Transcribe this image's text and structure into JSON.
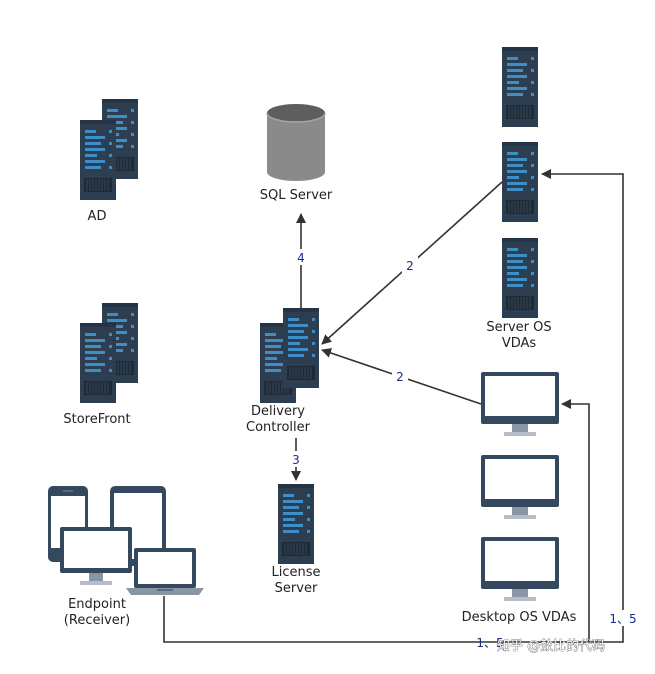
{
  "labels": {
    "ad": "AD",
    "sql_server": "SQL Server",
    "storefront": "StoreFront",
    "delivery_controller_line1": "Delivery",
    "delivery_controller_line2": "Controller",
    "license_server_line1": "License",
    "license_server_line2": "Server",
    "server_os_vdas_line1": "Server OS",
    "server_os_vdas_line2": "VDAs",
    "endpoint_line1": "Endpoint",
    "endpoint_line2": "(Receiver)",
    "desktop_os_vdas": "Desktop OS VDAs"
  },
  "connections": {
    "controller_to_sql": "4",
    "server_vda_to_controller": "2",
    "desktop_vda_to_controller": "2",
    "controller_to_license": "3",
    "endpoint_to_server_vda": "1、5",
    "endpoint_to_desktop_vda": "1、5"
  },
  "watermark": "知乎 @敖比的代码",
  "colors": {
    "server_body": "#2d3e50",
    "server_slot": "#3f8ec7",
    "line": "#333333",
    "connection_number": "#1a2d8a",
    "database": "#8a8a8a"
  },
  "icons": {
    "ad": "server-pair-icon",
    "storefront": "server-pair-icon",
    "delivery_controller": "server-pair-icon",
    "sql_server": "database-icon",
    "license_server": "server-icon",
    "server_os_vdas": "server-icon",
    "desktop_os_vdas": "monitor-icon",
    "endpoint": "devices-icon"
  }
}
